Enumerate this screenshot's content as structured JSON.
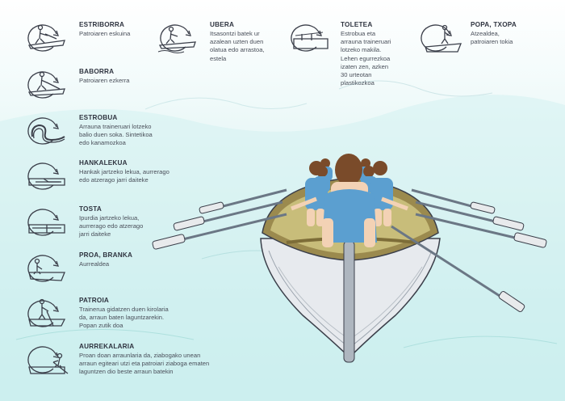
{
  "colors": {
    "ink": "#3b3f4a",
    "shirt": "#5b9fd0",
    "hair": "#7a4b2a",
    "skin": "#f3d2b5",
    "boat_inner": "#9b8a4e",
    "hull": "#e8eaec",
    "oar": "#8e99a6",
    "water": "#c9eeee"
  },
  "terms": [
    {
      "id": "estriborra",
      "title": "ESTRIBORRA",
      "desc": [
        "Patroiaren eskuina"
      ],
      "icon": "rower-starboard-icon"
    },
    {
      "id": "baborra",
      "title": "BABORRA",
      "desc": [
        "Patroiaren ezkerra"
      ],
      "icon": "rower-port-icon"
    },
    {
      "id": "estrobua",
      "title": "ESTROBUA",
      "desc": [
        "Arrauna traineruari lotzeko",
        "balio duen soka. Sintetikoa",
        "edo kanamozkoa"
      ],
      "icon": "rope-loop-icon"
    },
    {
      "id": "hankalekua",
      "title": "HANKALEKUA",
      "desc": [
        "Hankak jartzeko lekua, aurrerago",
        "edo atzerago jarri daiteke"
      ],
      "icon": "footrest-icon"
    },
    {
      "id": "tosta",
      "title": "TOSTA",
      "desc": [
        "Ipurdia jartzeko lekua,",
        "aurrerago edo atzerago",
        "jarri daiteke"
      ],
      "icon": "seat-icon"
    },
    {
      "id": "proa",
      "title": "PROA, BRANKA",
      "desc": [
        "Aurrealdea"
      ],
      "icon": "bow-icon"
    },
    {
      "id": "patroia",
      "title": "PATROIA",
      "desc": [
        "Trainerua gidatzen duen kirolaria",
        "da, arraun baten laguntzarekin.",
        "Popan zutik doa"
      ],
      "icon": "coxswain-icon"
    },
    {
      "id": "aurrekalaria",
      "title": "AURREKALARIA",
      "desc": [
        "Proan doan arraunlaria da, ziabogako unean",
        "arraun egiteari utzi eta patroiari ziaboga ematen",
        "laguntzen dio beste arraun batekin"
      ],
      "icon": "bow-rower-icon"
    }
  ],
  "top_terms": [
    {
      "id": "ubera",
      "title": "UBERA",
      "desc": [
        "Itsasontzi batek ur",
        "azalean uzten duen",
        "olatua edo arrastoa,",
        "estela"
      ],
      "icon": "wake-icon"
    },
    {
      "id": "toletea",
      "title": "TOLETEA",
      "desc": [
        "Estrobua eta",
        "arrauna traineruari",
        "lotzeko makila.",
        "Lehen egurrezkoa",
        "izaten zen, azken",
        "30 urteotan",
        "plastikozkoa"
      ],
      "icon": "thole-pin-icon"
    },
    {
      "id": "popa",
      "title": "POPA, TXOPA",
      "desc": [
        "Atzealdea,",
        "patroiaren tokia"
      ],
      "icon": "stern-icon"
    }
  ]
}
